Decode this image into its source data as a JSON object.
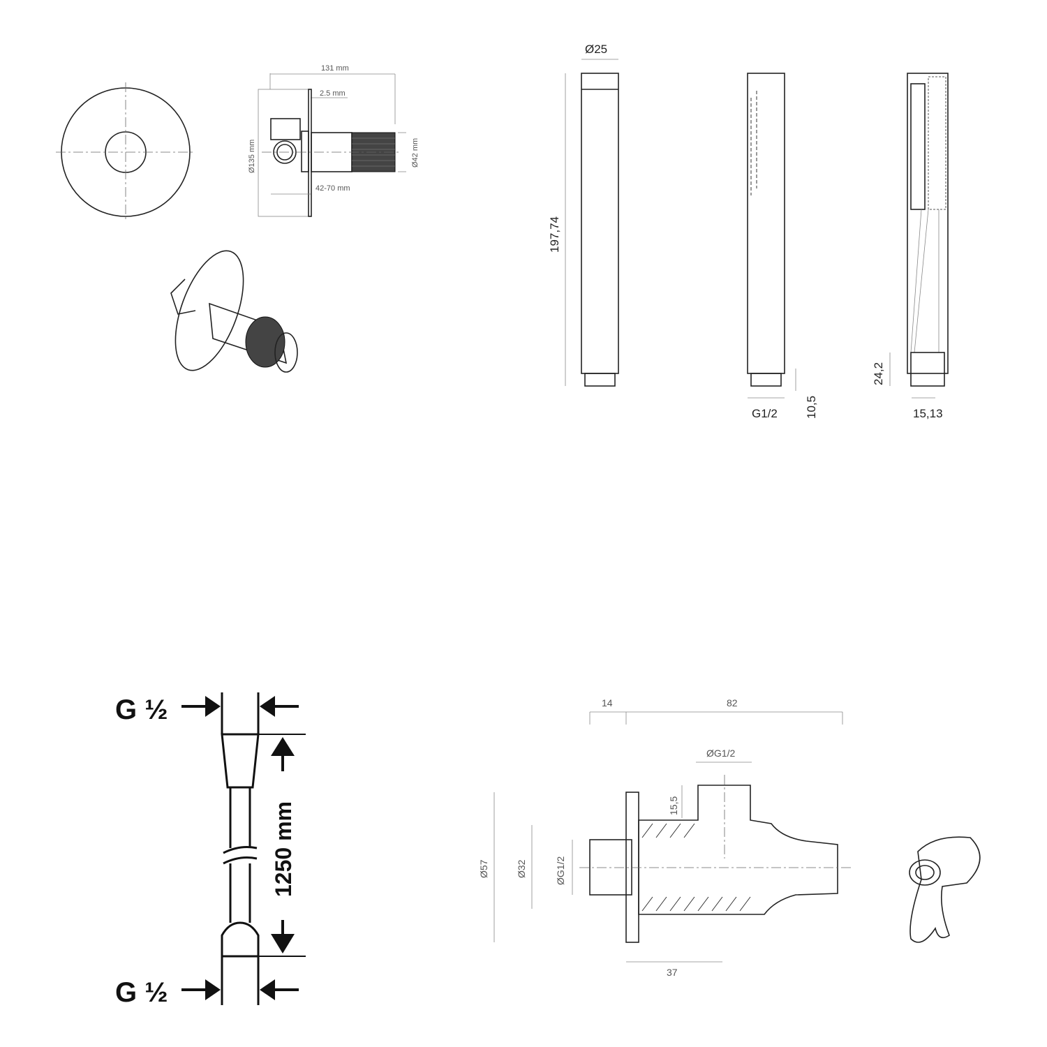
{
  "valve": {
    "dim_length": "131 mm",
    "dim_plate": "2.5 mm",
    "dim_plate_diameter": "Ø135 mm",
    "dim_knob_diameter": "Ø42 mm",
    "dim_depth": "42-70 mm"
  },
  "hand_shower": {
    "dim_diameter": "Ø25",
    "dim_length": "197,74",
    "dim_thread": "G1/2",
    "dim_thread_length": "10,5",
    "dim_base": "24,2",
    "dim_width": "15,13"
  },
  "hose": {
    "thread_top": "G ½",
    "thread_bottom": "G ½",
    "length": "1250 mm"
  },
  "wall_outlet": {
    "dim_flange": "14",
    "dim_length": "82",
    "dim_outlet_thread": "ØG1/2",
    "dim_outlet_height": "15,5",
    "dim_flange_diameter": "Ø57",
    "dim_body_diameter": "Ø32",
    "dim_inlet_thread": "ØG1/2",
    "dim_inlet_length": "37"
  }
}
